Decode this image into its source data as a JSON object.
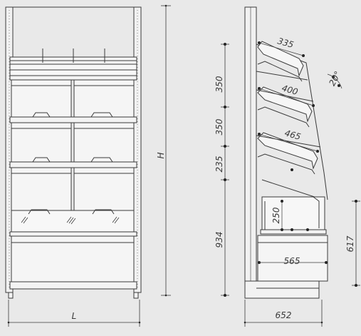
{
  "front_view": {
    "width_label": "L",
    "height_label": "H"
  },
  "side_view": {
    "depth_label": "652",
    "angle_label": "20°",
    "shelf_depths": [
      "335",
      "400",
      "465"
    ],
    "segment_heights": [
      "350",
      "350",
      "235",
      "934"
    ],
    "bin_height": "250",
    "base_depth": "565",
    "base_height": "617"
  },
  "colors": {
    "background": "#e9e9e9",
    "line": "#3a3a3a",
    "fill": "#f4f4f4"
  }
}
